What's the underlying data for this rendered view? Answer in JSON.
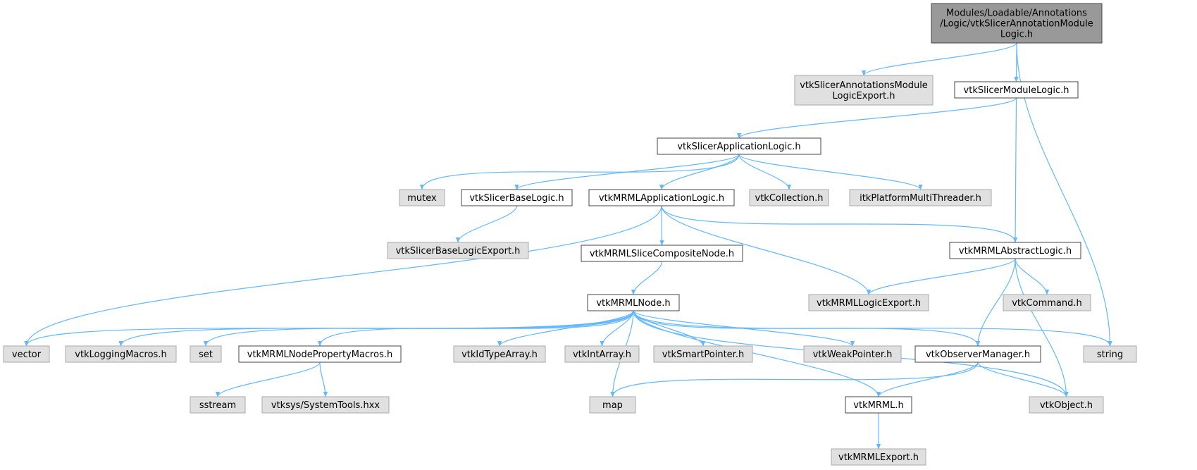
{
  "colors": {
    "root_fill": "#999999",
    "documented_fill": "#ffffff",
    "external_fill": "#e0e0e0",
    "documented_stroke": "#444444",
    "external_stroke": "#aaaaaa",
    "edge": "#63b8ff"
  },
  "nodes": [
    {
      "id": "root",
      "kind": "root",
      "lines": [
        "Modules/Loadable/Annotations",
        "/Logic/vtkSlicerAnnotationModule",
        "Logic.h"
      ]
    },
    {
      "id": "annot_export",
      "kind": "external",
      "lines": [
        "vtkSlicerAnnotationsModule",
        "LogicExport.h"
      ]
    },
    {
      "id": "module_logic",
      "kind": "documented",
      "lines": [
        "vtkSlicerModuleLogic.h"
      ]
    },
    {
      "id": "app_logic",
      "kind": "documented",
      "lines": [
        "vtkSlicerApplicationLogic.h"
      ]
    },
    {
      "id": "mutex",
      "kind": "external",
      "lines": [
        "mutex"
      ]
    },
    {
      "id": "base_logic",
      "kind": "documented",
      "lines": [
        "vtkSlicerBaseLogic.h"
      ]
    },
    {
      "id": "mrml_app_logic",
      "kind": "documented",
      "lines": [
        "vtkMRMLApplicationLogic.h"
      ]
    },
    {
      "id": "vtk_collection",
      "kind": "external",
      "lines": [
        "vtkCollection.h"
      ]
    },
    {
      "id": "itk_threader",
      "kind": "external",
      "lines": [
        "itkPlatformMultiThreader.h"
      ]
    },
    {
      "id": "base_logic_export",
      "kind": "external",
      "lines": [
        "vtkSlicerBaseLogicExport.h"
      ]
    },
    {
      "id": "slice_composite",
      "kind": "documented",
      "lines": [
        "vtkMRMLSliceCompositeNode.h"
      ]
    },
    {
      "id": "abstract_logic",
      "kind": "documented",
      "lines": [
        "vtkMRMLAbstractLogic.h"
      ]
    },
    {
      "id": "mrml_node",
      "kind": "documented",
      "lines": [
        "vtkMRMLNode.h"
      ]
    },
    {
      "id": "logic_export",
      "kind": "external",
      "lines": [
        "vtkMRMLLogicExport.h"
      ]
    },
    {
      "id": "vtk_command",
      "kind": "external",
      "lines": [
        "vtkCommand.h"
      ]
    },
    {
      "id": "vector",
      "kind": "external",
      "lines": [
        "vector"
      ]
    },
    {
      "id": "logging_macros",
      "kind": "external",
      "lines": [
        "vtkLoggingMacros.h"
      ]
    },
    {
      "id": "set",
      "kind": "external",
      "lines": [
        "set"
      ]
    },
    {
      "id": "prop_macros",
      "kind": "documented",
      "lines": [
        "vtkMRMLNodePropertyMacros.h"
      ]
    },
    {
      "id": "id_type_array",
      "kind": "external",
      "lines": [
        "vtkIdTypeArray.h"
      ]
    },
    {
      "id": "int_array",
      "kind": "external",
      "lines": [
        "vtkIntArray.h"
      ]
    },
    {
      "id": "smart_pointer",
      "kind": "external",
      "lines": [
        "vtkSmartPointer.h"
      ]
    },
    {
      "id": "weak_pointer",
      "kind": "external",
      "lines": [
        "vtkWeakPointer.h"
      ]
    },
    {
      "id": "observer_manager",
      "kind": "documented",
      "lines": [
        "vtkObserverManager.h"
      ]
    },
    {
      "id": "string",
      "kind": "external",
      "lines": [
        "string"
      ]
    },
    {
      "id": "sstream",
      "kind": "external",
      "lines": [
        "sstream"
      ]
    },
    {
      "id": "system_tools",
      "kind": "external",
      "lines": [
        "vtksys/SystemTools.hxx"
      ]
    },
    {
      "id": "map",
      "kind": "external",
      "lines": [
        "map"
      ]
    },
    {
      "id": "vtk_mrml",
      "kind": "documented",
      "lines": [
        "vtkMRML.h"
      ]
    },
    {
      "id": "vtk_object",
      "kind": "external",
      "lines": [
        "vtkObject.h"
      ]
    },
    {
      "id": "mrml_export",
      "kind": "external",
      "lines": [
        "vtkMRMLExport.h"
      ]
    }
  ],
  "edges": [
    [
      "root",
      "annot_export"
    ],
    [
      "root",
      "module_logic"
    ],
    [
      "root",
      "string"
    ],
    [
      "module_logic",
      "app_logic"
    ],
    [
      "module_logic",
      "abstract_logic"
    ],
    [
      "app_logic",
      "mutex"
    ],
    [
      "app_logic",
      "base_logic"
    ],
    [
      "app_logic",
      "mrml_app_logic"
    ],
    [
      "app_logic",
      "vtk_collection"
    ],
    [
      "app_logic",
      "itk_threader"
    ],
    [
      "base_logic",
      "base_logic_export"
    ],
    [
      "mrml_app_logic",
      "vector"
    ],
    [
      "mrml_app_logic",
      "slice_composite"
    ],
    [
      "mrml_app_logic",
      "logic_export"
    ],
    [
      "mrml_app_logic",
      "abstract_logic"
    ],
    [
      "slice_composite",
      "mrml_node"
    ],
    [
      "abstract_logic",
      "logic_export"
    ],
    [
      "abstract_logic",
      "vtk_command"
    ],
    [
      "abstract_logic",
      "observer_manager"
    ],
    [
      "abstract_logic",
      "vtk_object"
    ],
    [
      "mrml_node",
      "vector"
    ],
    [
      "mrml_node",
      "logging_macros"
    ],
    [
      "mrml_node",
      "set"
    ],
    [
      "mrml_node",
      "prop_macros"
    ],
    [
      "mrml_node",
      "map"
    ],
    [
      "mrml_node",
      "id_type_array"
    ],
    [
      "mrml_node",
      "int_array"
    ],
    [
      "mrml_node",
      "smart_pointer"
    ],
    [
      "mrml_node",
      "weak_pointer"
    ],
    [
      "mrml_node",
      "observer_manager"
    ],
    [
      "mrml_node",
      "vtk_mrml"
    ],
    [
      "mrml_node",
      "vtk_object"
    ],
    [
      "mrml_node",
      "string"
    ],
    [
      "prop_macros",
      "sstream"
    ],
    [
      "prop_macros",
      "system_tools"
    ],
    [
      "observer_manager",
      "map"
    ],
    [
      "observer_manager",
      "vtk_mrml"
    ],
    [
      "observer_manager",
      "vtk_object"
    ],
    [
      "vtk_mrml",
      "mrml_export"
    ]
  ]
}
